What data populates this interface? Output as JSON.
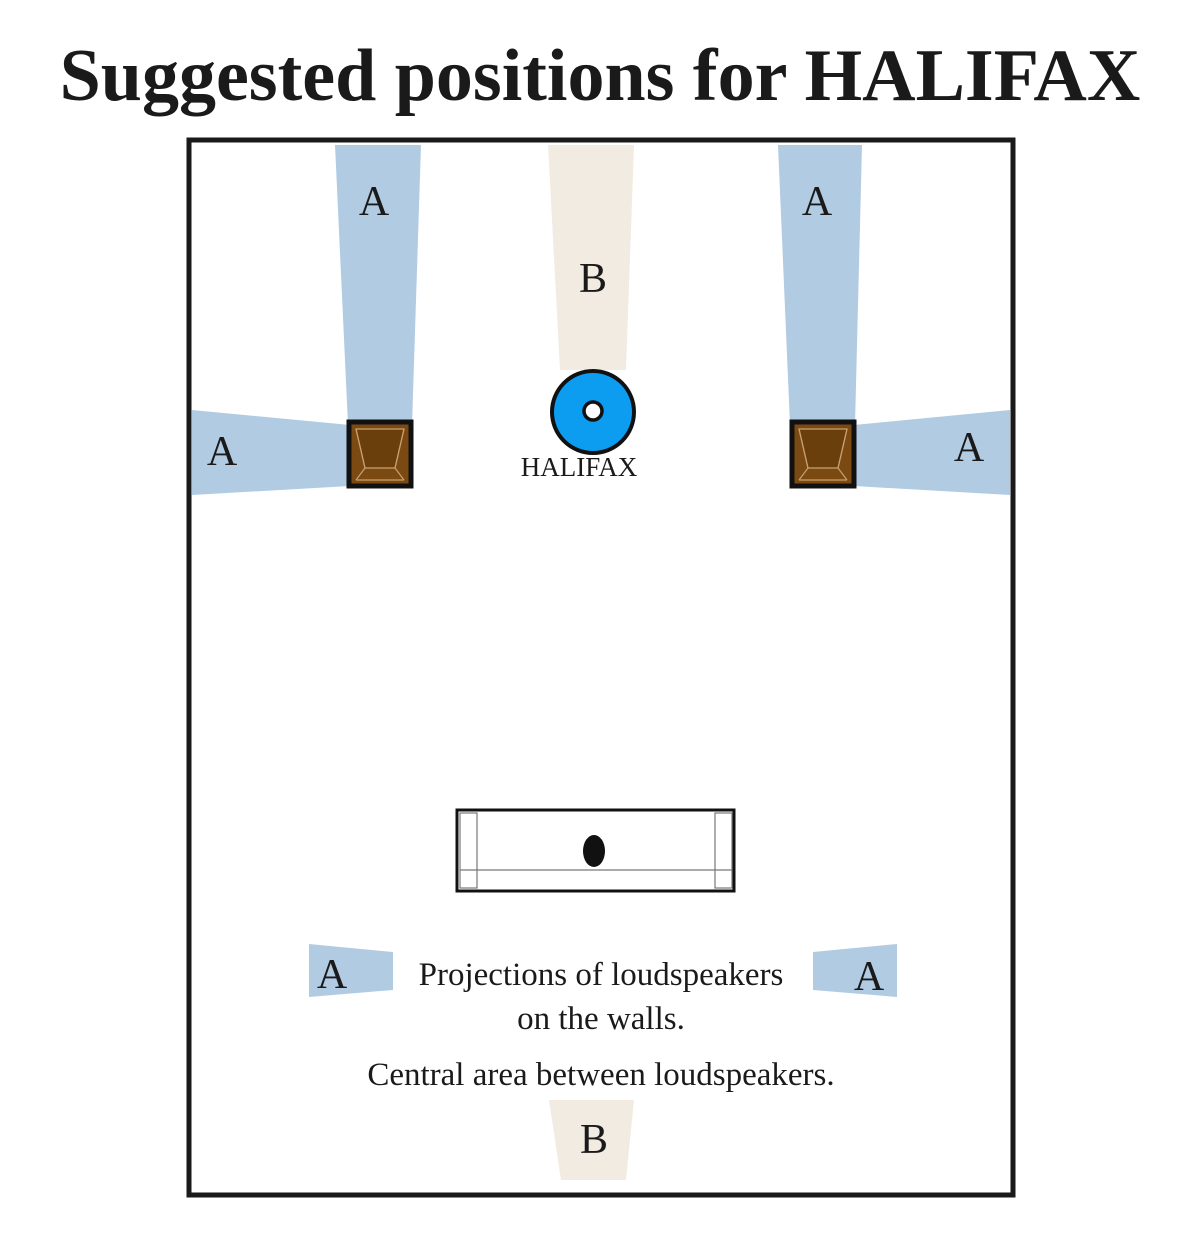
{
  "title": "Suggested positions for HALIFAX",
  "zones": {
    "projection_label": "A",
    "central_label": "B"
  },
  "device": {
    "label": "HALIFAX"
  },
  "legend": {
    "projection_label": "A",
    "projection_text_line1": "Projections of loudspeakers",
    "projection_text_line2": "on the walls.",
    "central_text": "Central area between loudspeakers.",
    "central_label": "B"
  },
  "colors": {
    "projection_zone": "#b1cbe3",
    "central_zone": "#f2ebe2",
    "device": "#0c9cf0",
    "speaker": "#7a4a12",
    "wall": "#1a1a1a"
  }
}
